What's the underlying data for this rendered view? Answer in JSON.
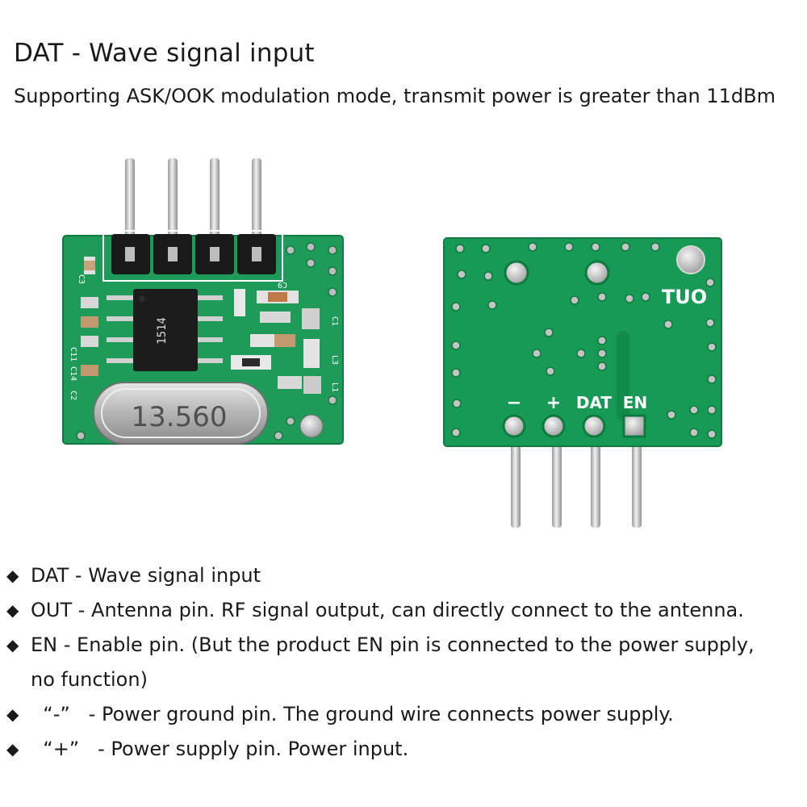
{
  "header": {
    "title": "DAT - Wave signal input",
    "subtitle": "Supporting ASK/OOK modulation mode, transmit power is greater than 11dBm"
  },
  "photo": {
    "chip_marking": "1514",
    "crystal_marking": "13.560",
    "silk_labels": [
      "C3",
      "C9",
      "C11",
      "C14",
      "C2",
      "C1",
      "L3",
      "L1"
    ],
    "pin_labels": {
      "out": "TUO",
      "minus": "−",
      "plus": "+",
      "dat": "DAT",
      "en": "EN"
    },
    "colors": {
      "pcb": "#1e9b58",
      "pcb_back": "#169a55",
      "pin": "#cfcfcf",
      "header_block": "#1a1a1a"
    }
  },
  "bullets": [
    {
      "marker": "◆",
      "text": "DAT - Wave signal input"
    },
    {
      "marker": "◆",
      "text": "OUT - Antenna pin. RF signal output, can directly connect to the antenna."
    },
    {
      "marker": "◆",
      "text": "EN - Enable pin. (But the product EN pin is connected to the power supply,"
    },
    {
      "marker": "",
      "text": "no function)"
    },
    {
      "marker": "◆",
      "text": "  “-”   - Power ground pin. The ground wire connects power supply."
    },
    {
      "marker": "◆",
      "text": "  “+”   - Power supply pin. Power input."
    }
  ]
}
